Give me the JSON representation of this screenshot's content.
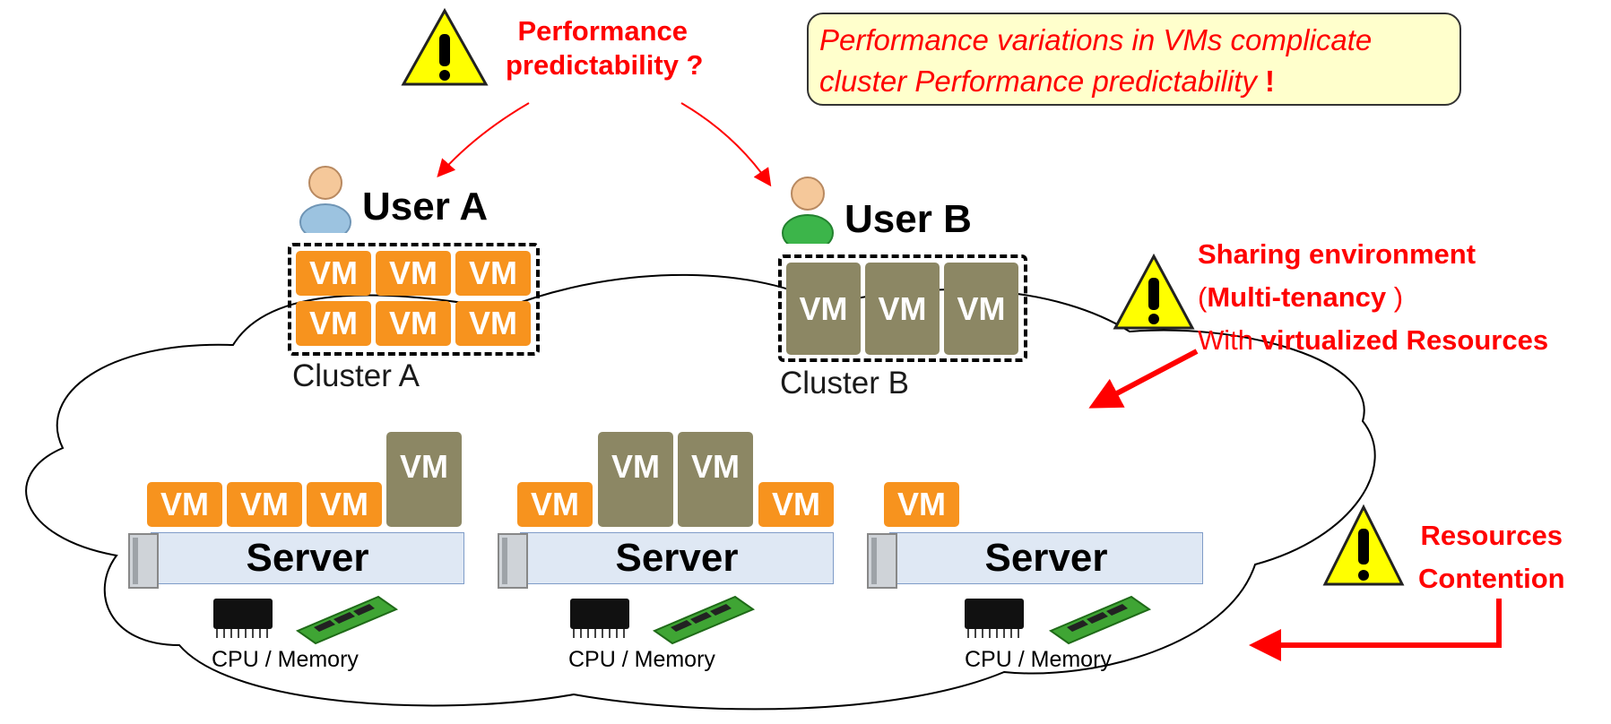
{
  "top_warning": {
    "line1": "Performance",
    "line2": "predictability ?"
  },
  "callout": {
    "line1": "Performance variations in VMs complicate",
    "line2": "cluster Performance predictability",
    "bang": "!"
  },
  "users": [
    {
      "label": "User A",
      "icon_color": "#9cc3e0"
    },
    {
      "label": "User B",
      "icon_color": "#3cb54a"
    }
  ],
  "clusters": [
    {
      "label": "Cluster A",
      "vm_label": "VM",
      "vm_count": 6,
      "vm_color": "#f7931e"
    },
    {
      "label": "Cluster B",
      "vm_label": "VM",
      "vm_count": 3,
      "vm_color": "#8c8764"
    }
  ],
  "sharing_warning": {
    "line1": "Sharing environment",
    "line2_open": "(",
    "line2_bold": "Multi-tenancy",
    "line2_close": " )",
    "line3_prefix": "With ",
    "line3_bold": "virtualized Resources"
  },
  "contention_warning": {
    "line1": "Resources",
    "line2": "Contention"
  },
  "servers": [
    {
      "label": "Server",
      "resources_label": "CPU / Memory",
      "vms": [
        "orange",
        "orange",
        "orange",
        "olive"
      ]
    },
    {
      "label": "Server",
      "resources_label": "CPU / Memory",
      "vms": [
        "orange",
        "olive",
        "olive",
        "orange"
      ]
    },
    {
      "label": "Server",
      "resources_label": "CPU / Memory",
      "vms": [
        "orange"
      ]
    }
  ],
  "vm_label": "VM",
  "colors": {
    "warning_red": "#ff0000",
    "vm_orange": "#f7931e",
    "vm_olive": "#8c8764",
    "server_fill": "#dfe8f4",
    "callout_fill": "#ffffcc",
    "warning_yellow": "#ffff00"
  },
  "icons": [
    "warning-triangle-icon",
    "user-icon",
    "server-tower-icon",
    "cpu-chip-icon",
    "memory-module-icon",
    "cloud-shape"
  ]
}
